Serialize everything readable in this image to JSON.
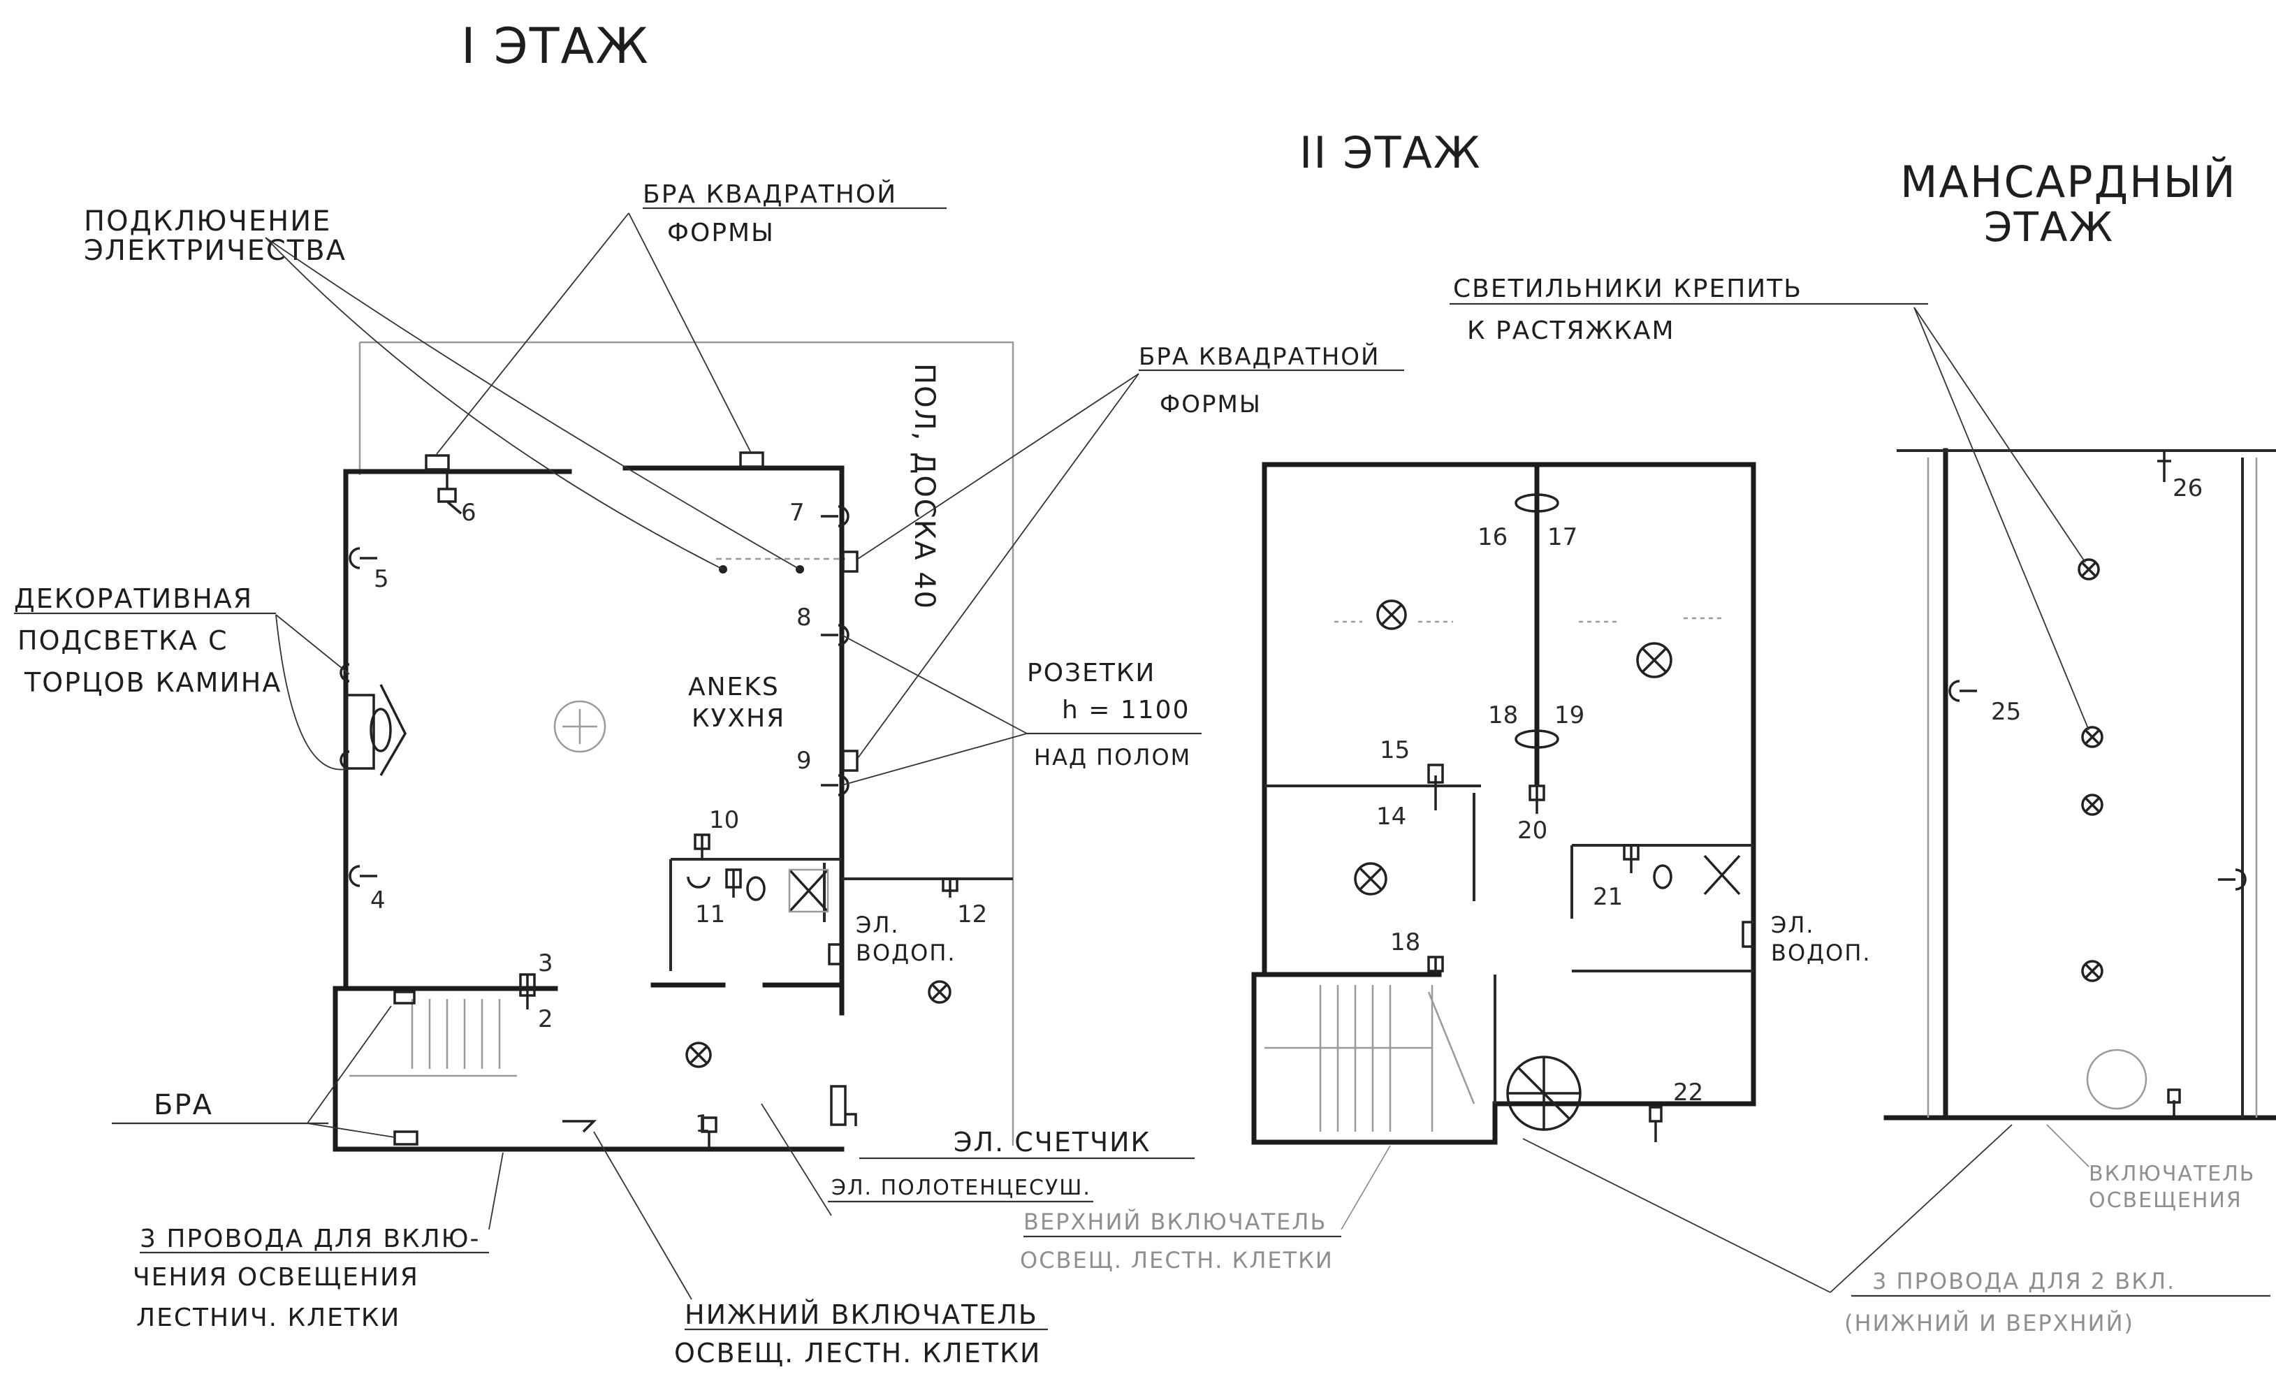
{
  "floors": {
    "first": "I ЭТАЖ",
    "second": "II ЭТАЖ",
    "attic_line1": "МАНСАРДНЫЙ",
    "attic_line2": "ЭТАЖ"
  },
  "labels": {
    "power_connection_line1": "ПОДКЛЮЧЕНИЕ",
    "power_connection_line2": "ЭЛЕКТРИЧЕСТВА",
    "sconce_square_1_line1": "БРА КВАДРАТНОЙ",
    "sconce_square_1_line2": "ФОРМЫ",
    "sconce_square_2_line1": "БРА КВАДРАТНОЙ",
    "sconce_square_2_line2": "ФОРМЫ",
    "floor_board_line1": "ПОЛ, ДОСКА 40",
    "decorative_line1": "ДЕКОРАТИВНАЯ",
    "decorative_line2": "ПОДСВЕТКА С",
    "decorative_line3": "ТОРЦОВ КАМИНА",
    "sockets_line1": "РОЗЕТКИ",
    "sockets_line2": "h = 1100",
    "sockets_line3": "НАД ПОЛОМ",
    "annex_line1": "ANEKS",
    "annex_line2": "КУХНЯ",
    "water_heater_1_line1": "ЭЛ.",
    "water_heater_1_line2": "ВОДОП.",
    "water_heater_2_line1": "ЭЛ.",
    "water_heater_2_line2": "ВОДОП.",
    "sconce": "БРА",
    "meter": "ЭЛ. СЧЕТЧИК",
    "towel_dryer": "ЭЛ. ПОЛОТЕНЦЕСУШ.",
    "three_wires_line1": "3 ПРОВОДА ДЛЯ ВКЛЮ-",
    "three_wires_line2": "ЧЕНИЯ ОСВЕЩЕНИЯ",
    "three_wires_line3": "ЛЕСТНИЧ. КЛЕТКИ",
    "lower_switch_line1": "НИЖНИЙ ВКЛЮЧАТЕЛЬ",
    "lower_switch_line2": "ОСВЕЩ. ЛЕСТН. КЛЕТКИ",
    "upper_switch_line1": "ВЕРХНИЙ ВКЛЮЧАТЕЛЬ",
    "upper_switch_line2": "ОСВЕЩ. ЛЕСТН. КЛЕТКИ",
    "lamps_line1": "СВЕТИЛЬНИКИ КРЕПИТЬ",
    "lamps_line2": "К РАСТЯЖКАМ",
    "attic_switch_line1": "ВКЛЮЧАТЕЛЬ",
    "attic_switch_line2": "ОСВЕЩЕНИЯ",
    "attic_wires_line1": "3 ПРОВОДА ДЛЯ 2 ВКЛ.",
    "attic_wires_line2": "(НИЖНИЙ И ВЕРХНИЙ)"
  },
  "points": {
    "p1": "1",
    "p2": "2",
    "p3": "3",
    "p4": "4",
    "p5": "5",
    "p6": "6",
    "p7": "7",
    "p8": "8",
    "p9": "9",
    "p10": "10",
    "p11": "11",
    "p12": "12",
    "p14": "14",
    "p15": "15",
    "p16": "16",
    "p17": "17",
    "p18": "18",
    "p19": "19",
    "p20": "20",
    "p21": "21",
    "p22": "22",
    "p25": "25",
    "p26": "26"
  },
  "icons": [
    "wall-sconce-icon",
    "ceiling-lamp-icon",
    "socket-icon",
    "switch-icon",
    "water-heater-icon",
    "stair-icon"
  ],
  "colors": {
    "ink": "#1c1c1c",
    "faint_ink": "#8f8f8f",
    "paper": "#ffffff"
  }
}
